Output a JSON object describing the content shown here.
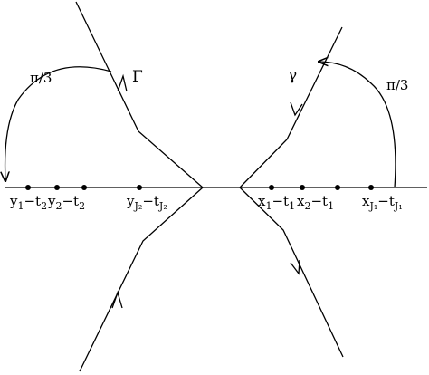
{
  "diagram": {
    "left_contour_label": "Γ",
    "right_contour_label": "γ",
    "left_angle_label": "π/3",
    "right_angle_label": "π/3",
    "left_points": [
      {
        "main": "y",
        "sub1": "1",
        "mid": "−t",
        "sub2": "2"
      },
      {
        "main": "y",
        "sub1": "2",
        "mid": "−t",
        "sub2": "2"
      },
      {
        "main": "y",
        "sub1": "J₂",
        "mid": "−t",
        "sub2": "J₂"
      }
    ],
    "right_points": [
      {
        "main": "x",
        "sub1": "1",
        "mid": "−t",
        "sub2": "1"
      },
      {
        "main": "x",
        "sub1": "2",
        "mid": "−t",
        "sub2": "1"
      },
      {
        "main": "x",
        "sub1": "J₁",
        "mid": "−t",
        "sub2": "J₁"
      }
    ]
  }
}
